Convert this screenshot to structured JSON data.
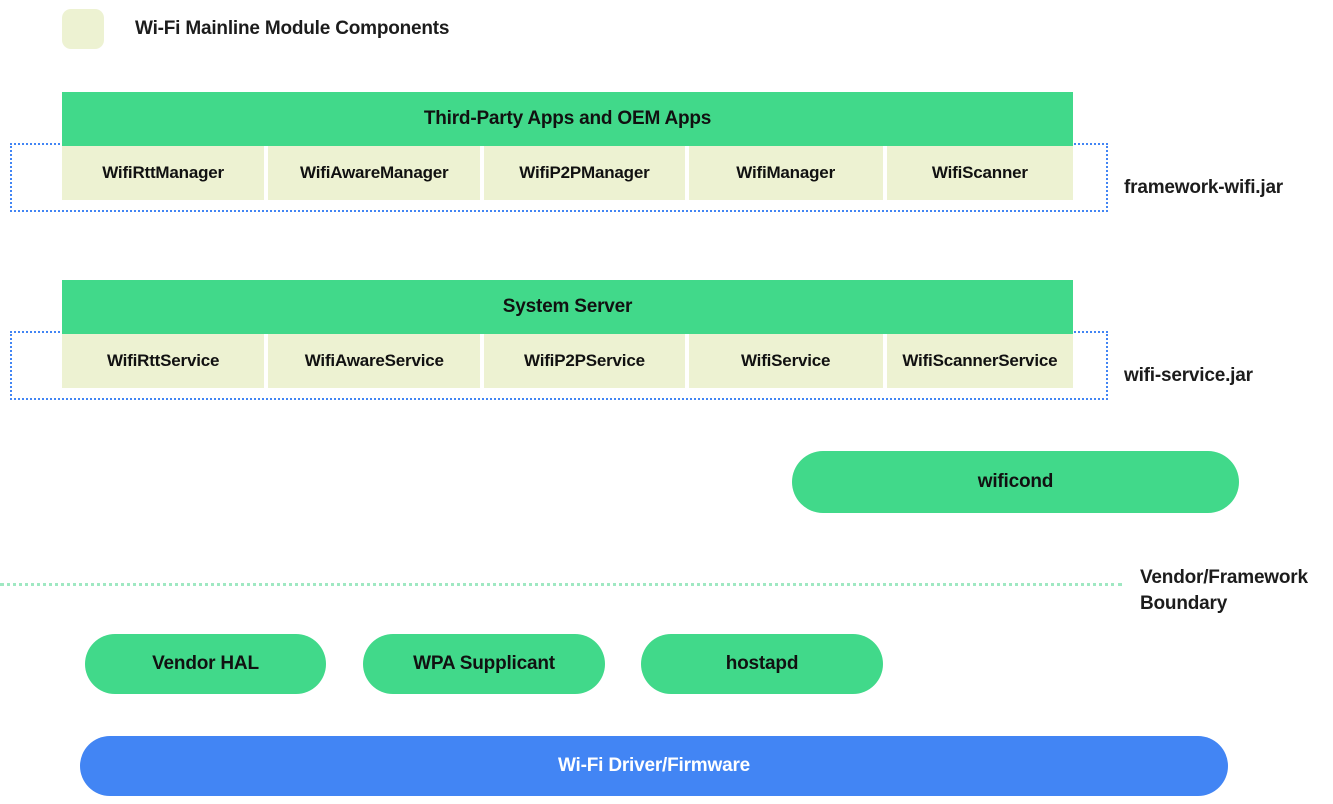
{
  "legend": {
    "swatch_icon": "legend-swatch-icon",
    "swatch_color": "#EDF2D2",
    "label": "Wi-Fi Mainline Module Components"
  },
  "colors": {
    "green": "#41D98A",
    "pale_yellow": "#EDF2D2",
    "blue": "#4285F4",
    "dotted_blue": "#4285F4",
    "boundary_green": "#9FE8C2"
  },
  "framework_group": {
    "bar_label": "Third-Party Apps and OEM Apps",
    "jar_label": "framework-wifi.jar",
    "cells": [
      {
        "label": "WifiRttManager"
      },
      {
        "label": "WifiAwareManager"
      },
      {
        "label": "WifiP2PManager"
      },
      {
        "label": "WifiManager"
      },
      {
        "label": "WifiScanner"
      }
    ]
  },
  "service_group": {
    "bar_label": "System Server",
    "jar_label": "wifi-service.jar",
    "cells": [
      {
        "label": "WifiRttService"
      },
      {
        "label": "WifiAwareService"
      },
      {
        "label": "WifiP2PService"
      },
      {
        "label": "WifiService"
      },
      {
        "label": "WifiScannerService"
      }
    ]
  },
  "wificond": {
    "label": "wificond"
  },
  "boundary": {
    "label_line1": "Vendor/Framework",
    "label_line2": "Boundary"
  },
  "vendor_pills": [
    {
      "label": "Vendor HAL"
    },
    {
      "label": "WPA Supplicant"
    },
    {
      "label": "hostapd"
    }
  ],
  "driver": {
    "label": "Wi-Fi Driver/Firmware"
  }
}
